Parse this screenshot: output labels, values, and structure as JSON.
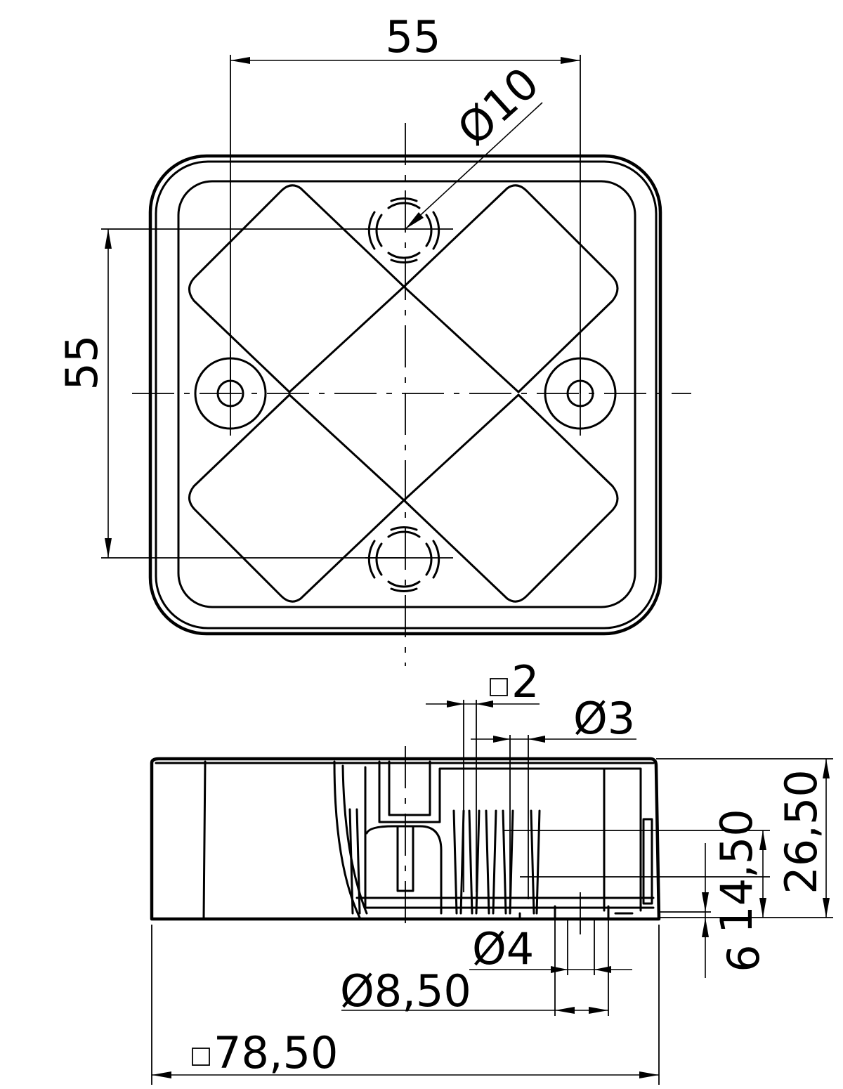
{
  "top_view": {
    "dim_width": "55",
    "dim_height": "55",
    "dim_diameter": "Ø10"
  },
  "side_view": {
    "dim_square": "2",
    "dim_phi3": "Ø3",
    "dim_overall_height": "26,50",
    "dim_inner_height": "14,50",
    "dim_base": "6",
    "dim_phi4": "Ø4",
    "dim_phi850": "Ø8,50",
    "dim_overall_width": "78,50"
  }
}
